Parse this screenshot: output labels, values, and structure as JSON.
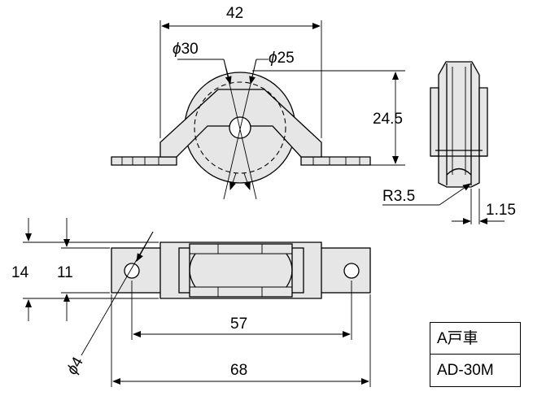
{
  "dimensions": {
    "width_42": "42",
    "dia_30": "30",
    "dia_25": "25",
    "height_24_5": "24.5",
    "radius_3_5": "R3.5",
    "gap_1_15": "1.15",
    "height_14": "14",
    "height_11": "11",
    "pitch_57": "57",
    "length_68": "68",
    "hole_dia_4": "4"
  },
  "symbols": {
    "diameter": "ϕ"
  },
  "title_block": {
    "name": "A戸車",
    "model": "AD-30M"
  }
}
